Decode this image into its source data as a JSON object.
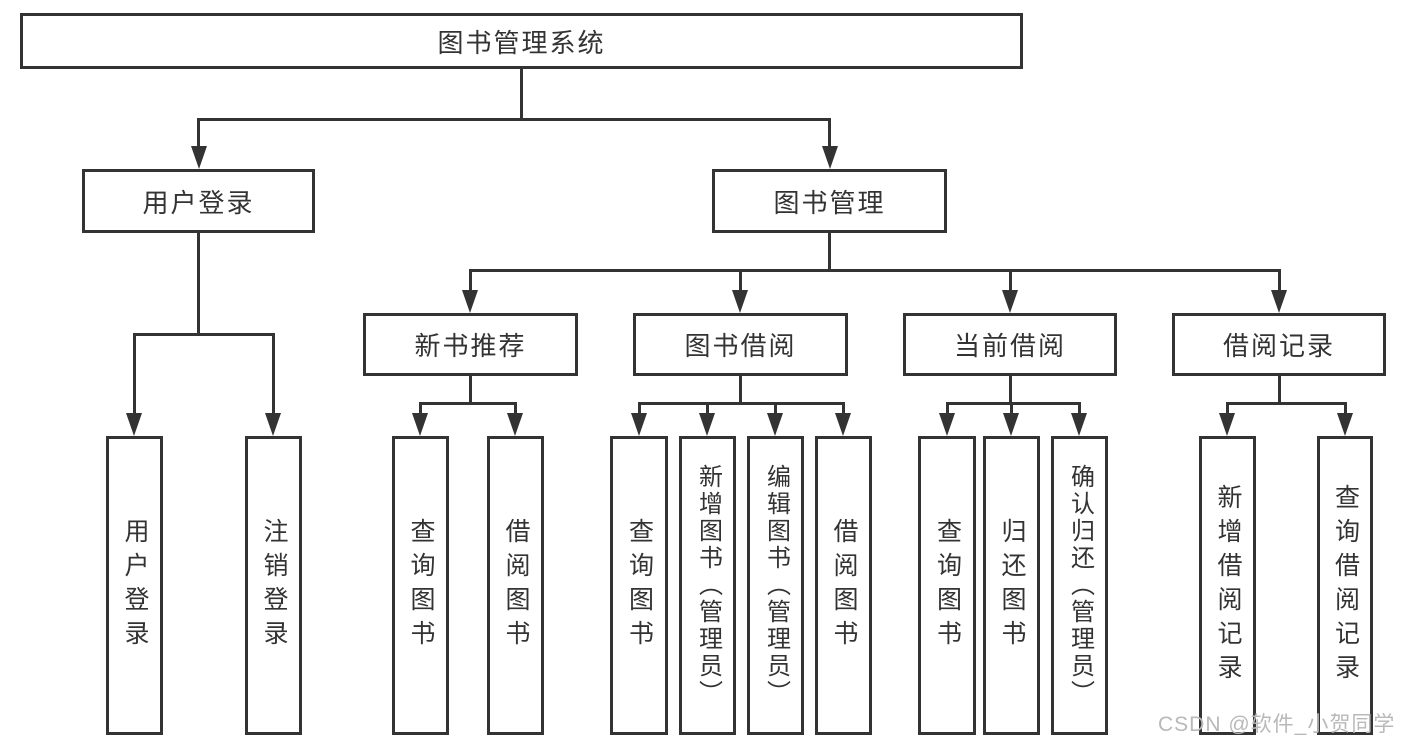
{
  "colors": {
    "line": "#333333",
    "text": "#333333",
    "box-bg": "#ffffff",
    "page-bg": "#ffffff",
    "wm": "#b9b9b9"
  },
  "watermark": {
    "text": "CSDN @软件_小贺同学"
  },
  "tree": {
    "label": "图书管理系统",
    "children": [
      {
        "label": "用户登录",
        "children": [
          {
            "label": "用户登录"
          },
          {
            "label": "注销登录"
          }
        ]
      },
      {
        "label": "图书管理",
        "children": [
          {
            "label": "新书推荐",
            "children": [
              {
                "label": "查询图书"
              },
              {
                "label": "借阅图书"
              }
            ]
          },
          {
            "label": "图书借阅",
            "children": [
              {
                "label": "查询图书"
              },
              {
                "label": "新增图书（管理员）"
              },
              {
                "label": "编辑图书（管理员）"
              },
              {
                "label": "借阅图书"
              }
            ]
          },
          {
            "label": "当前借阅",
            "children": [
              {
                "label": "查询图书"
              },
              {
                "label": "归还图书"
              },
              {
                "label": "确认归还（管理员）"
              }
            ]
          },
          {
            "label": "借阅记录",
            "children": [
              {
                "label": "新增借阅记录"
              },
              {
                "label": "查询借阅记录"
              }
            ]
          }
        ]
      }
    ]
  }
}
